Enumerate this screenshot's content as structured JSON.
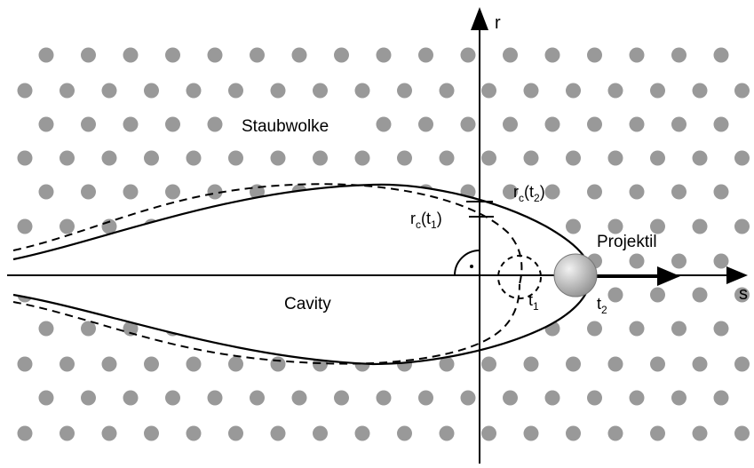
{
  "labels": {
    "dust_cloud": "Staubwolke",
    "cavity": "Cavity",
    "projectile": "Projektil",
    "axis_r": "r",
    "axis_s": "s",
    "rc_t1_base": "r",
    "rc_t1_sub": "c",
    "rc_t1_arg": "(t",
    "rc_t1_argsub": "1",
    "rc_t1_close": ")",
    "rc_t2_base": "r",
    "rc_t2_sub": "c",
    "rc_t2_arg": "(t",
    "rc_t2_argsub": "2",
    "rc_t2_close": ")",
    "t1_base": "t",
    "t1_sub": "1",
    "t2_base": "t",
    "t2_sub": "2"
  },
  "colors": {
    "dust": "#999999",
    "line": "#000000",
    "projectile_light": "#f2f2f2",
    "projectile_dark": "#8c8c8c"
  }
}
